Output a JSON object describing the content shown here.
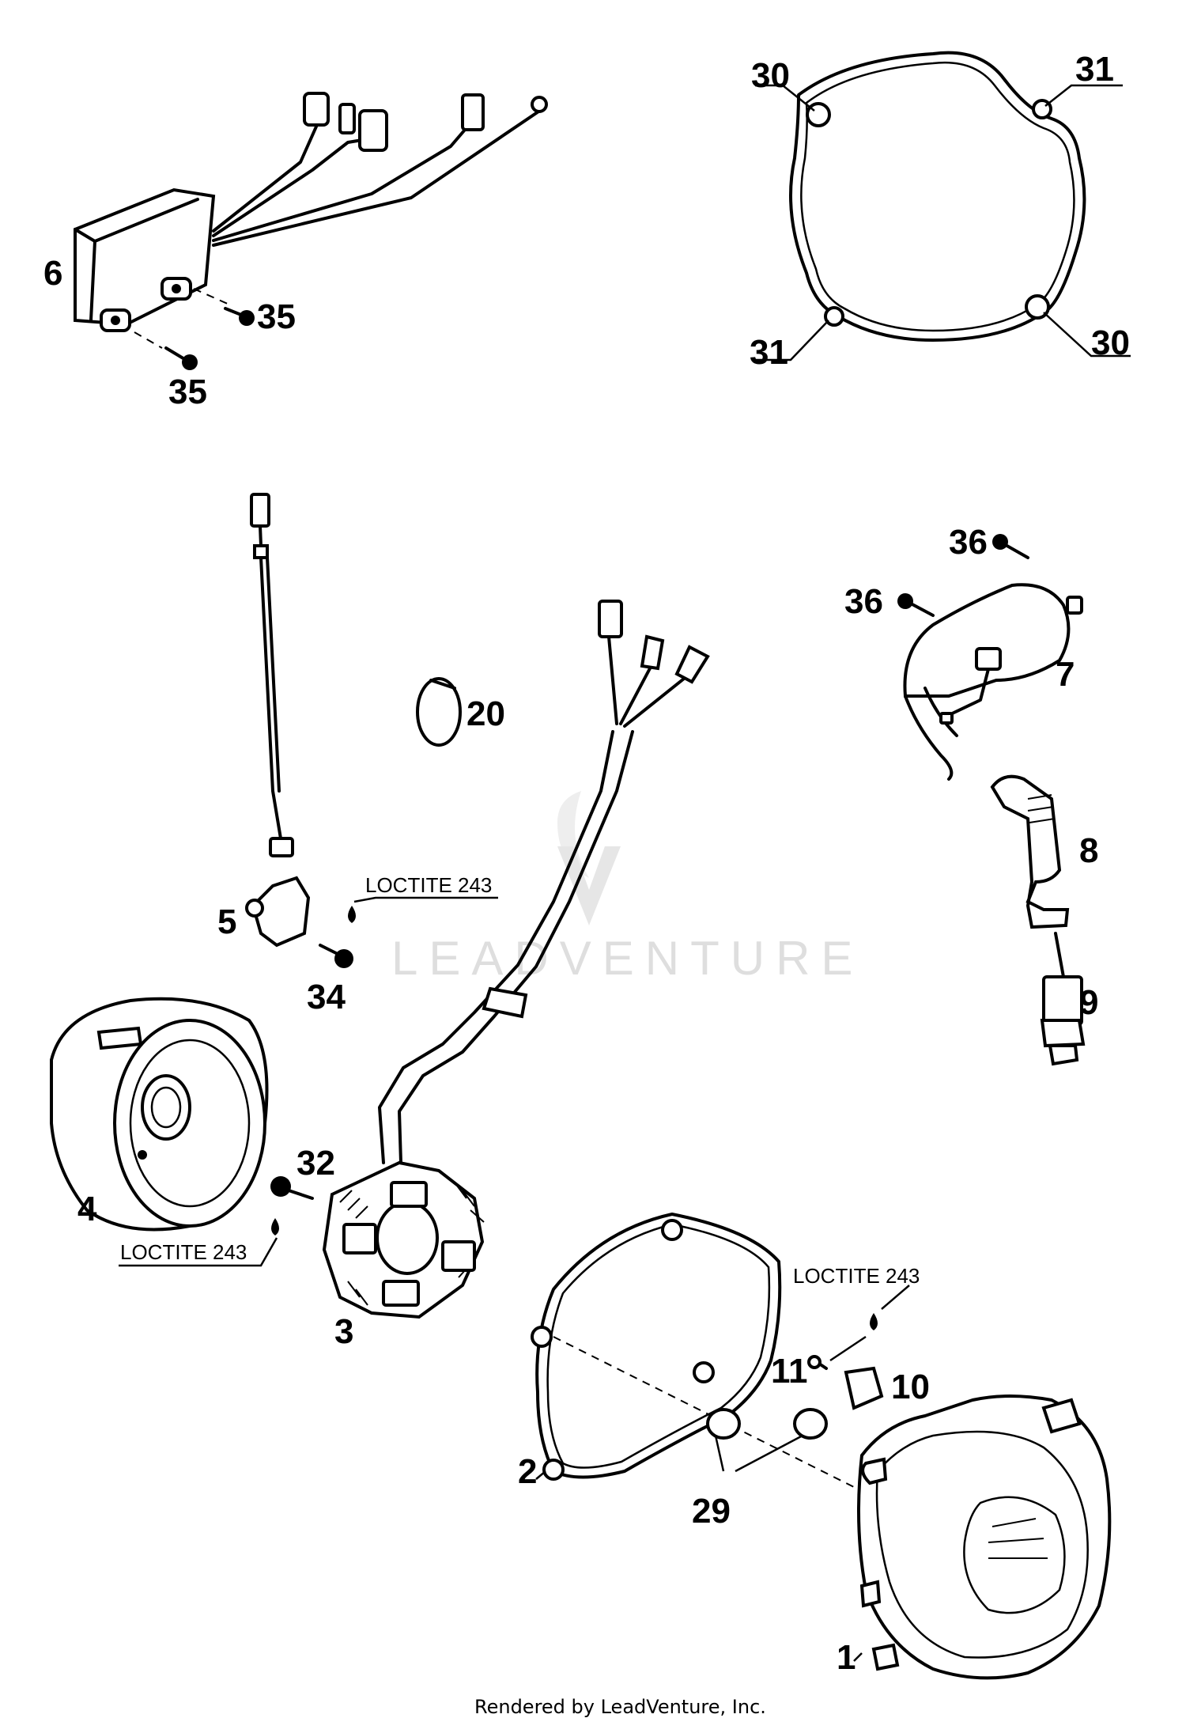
{
  "labels": {
    "p1": "1",
    "p2": "2",
    "p3": "3",
    "p4": "4",
    "p5": "5",
    "p6": "6",
    "p7": "7",
    "p8": "8",
    "p9": "9",
    "p10": "10",
    "p11": "11",
    "p20": "20",
    "p29": "29",
    "p30a": "30",
    "p30b": "30",
    "p31a": "31",
    "p31b": "31",
    "p32": "32",
    "p34": "34",
    "p35a": "35",
    "p35b": "35",
    "p36a": "36",
    "p36b": "36"
  },
  "notes": {
    "loctite_a": "LOCTITE 243",
    "loctite_b": "LOCTITE 243",
    "loctite_c": "LOCTITE 243"
  },
  "watermark": "LEADVENTURE",
  "footer": "Rendered by LeadVenture, Inc."
}
